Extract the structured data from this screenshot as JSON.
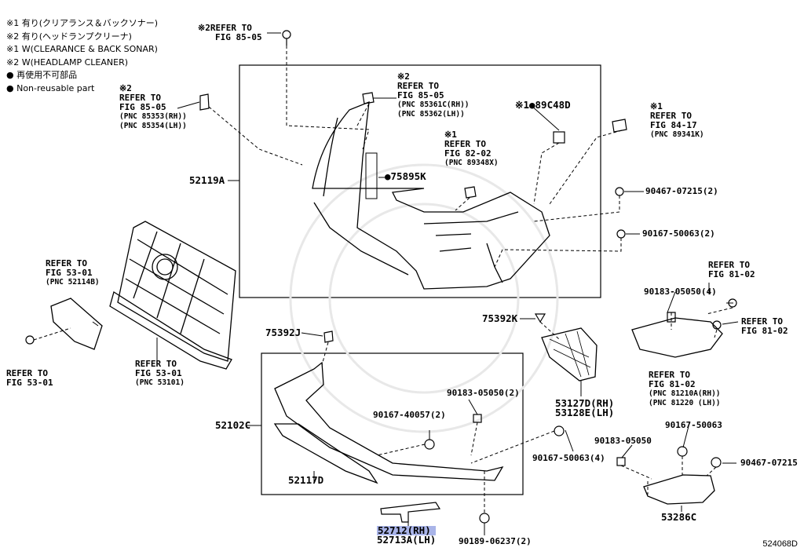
{
  "legend": [
    "※1 有り(クリアランス＆バックソナー)",
    "※2 有り(ヘッドランプクリーナ)",
    "※1 W(CLEARANCE & BACK SONAR)",
    "※2 W(HEADLAMP CLEANER)",
    "● 再使用不可部品",
    "● Non-reusable part"
  ],
  "labels": {
    "ref_top_mark": "※2",
    "ref_top_a": "REFER TO",
    "ref_top_b": "FIG 85-05",
    "ref_left_mark": "※2",
    "ref_left_a": "REFER TO",
    "ref_left_b": "FIG 85-05",
    "ref_left_pnc1": "(PNC 85353(RH))",
    "ref_left_pnc2": "(PNC 85354(LH))",
    "ref_mid_mark": "※2",
    "ref_mid_a": "REFER TO",
    "ref_mid_b": "FIG 85-05",
    "ref_mid_pnc1": "(PNC 85361C(RH))",
    "ref_mid_pnc2": "(PNC 85362(LH))",
    "p89c48d": "※1●89C48D",
    "ref_8202_mark": "※1",
    "ref_8202_a": "REFER TO",
    "ref_8202_b": "FIG 82-02",
    "ref_8202_pnc": "(PNC 89348X)",
    "ref_8417_mark": "※1",
    "ref_8417_a": "REFER TO",
    "ref_8417_b": "FIG 84-17",
    "ref_8417_pnc": "(PNC 89341K)",
    "p52119a": "52119A",
    "p75895k": "●75895K",
    "p90467a": "90467-07215(2)",
    "p90167a": "90167-50063(2)",
    "ref_5301a_a": "REFER TO",
    "ref_5301a_b": "FIG 53-01",
    "ref_5301a_pnc": "(PNC 52114B)",
    "ref_5301b_a": "REFER TO",
    "ref_5301b_b": "FIG 53-01",
    "ref_5301c_a": "REFER TO",
    "ref_5301c_b": "FIG 53-01",
    "ref_5301c_pnc": "(PNC 53101)",
    "p75392j": "75392J",
    "p75392k": "75392K",
    "ref_8102a_a": "REFER TO",
    "ref_8102a_b": "FIG 81-02",
    "p90183a": "90183-05050(4)",
    "ref_8102b_a": "REFER TO",
    "ref_8102b_b": "FIG 81-02",
    "ref_8102c_a": "REFER TO",
    "ref_8102c_b": "FIG 81-02",
    "ref_8102c_pnc1": "(PNC 81210A(RH))",
    "ref_8102c_pnc2": "(PNC 81220 (LH))",
    "p90183b": "90183-05050(2)",
    "p53127d": "53127D(RH)",
    "p53128e": "53128E(LH)",
    "p52102c": "52102C",
    "p90167b": "90167-40057(2)",
    "p90167c": "90167-50063(4)",
    "p90183c": "90183-05050",
    "p90167d": "90167-50063",
    "p90467b": "90467-07215",
    "p52117d": "52117D",
    "p52712": "52712(RH)",
    "p52713a": "52713A(LH)",
    "p90189": "90189-06237(2)",
    "p53286c": "53286C"
  },
  "diagram_code": "524068D"
}
